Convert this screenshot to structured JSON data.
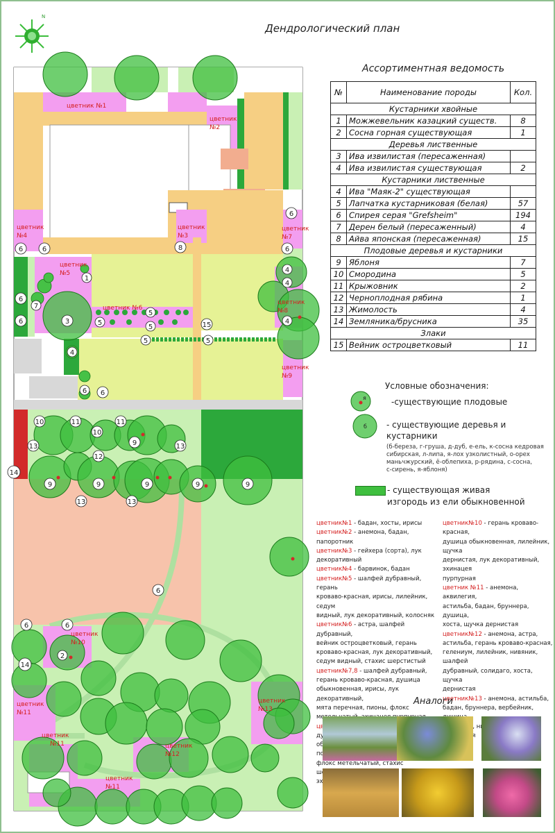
{
  "title": "Дендрологический план",
  "table": {
    "title": "Ассортиментная ведомость",
    "headers": [
      "№",
      "Наименование породы",
      "Кол."
    ],
    "rows": [
      {
        "group": "Кустарники хвойные"
      },
      {
        "n": "1",
        "name": "Можжевельник казацкий существ.",
        "qty": "8"
      },
      {
        "n": "2",
        "name": "Сосна горная существующая",
        "qty": "1"
      },
      {
        "group": "Деревья лиственные"
      },
      {
        "n": "3",
        "name": "Ива извилистая (пересаженная)",
        "qty": ""
      },
      {
        "n": "4",
        "name": "Ива извилистая существующая",
        "qty": "2"
      },
      {
        "group": "Кустарники лиственные"
      },
      {
        "n": "4",
        "name": "Ива \"Маяк-2\" существующая",
        "qty": ""
      },
      {
        "n": "5",
        "name": "Лапчатка кустарниковая (белая)",
        "qty": "57"
      },
      {
        "n": "6",
        "name": "Спирея серая \"Grefsheim\"",
        "qty": "194"
      },
      {
        "n": "7",
        "name": "Дерен белый (пересаженный)",
        "qty": "4"
      },
      {
        "n": "8",
        "name": "Айва японская (пересаженная)",
        "qty": "15"
      },
      {
        "group": "Плодовые деревья и кустарники"
      },
      {
        "n": "9",
        "name": "Яблоня",
        "qty": "7"
      },
      {
        "n": "10",
        "name": "Смородина",
        "qty": "5"
      },
      {
        "n": "11",
        "name": "Крыжовник",
        "qty": "2"
      },
      {
        "n": "12",
        "name": "Черноплодная рябина",
        "qty": "1"
      },
      {
        "n": "13",
        "name": "Жимолость",
        "qty": "4"
      },
      {
        "n": "14",
        "name": "Земляника/брусника",
        "qty": "35"
      },
      {
        "group": "Злаки"
      },
      {
        "n": "15",
        "name": "Вейник остроцветковый",
        "qty": "11"
      }
    ]
  },
  "legend": {
    "title": "Условные обозначения:",
    "fruit": "-существующие плодовые",
    "trees_1": "- существующие деревья и",
    "trees_2": "кустарники",
    "abbr": [
      "(б-береза, г-груша, д-дуб, е-ель, к-сосна кедровая",
      "сибирская, л-липа, я-лох узколистный, о-орех",
      "маньчжурский, ё-облепиха, р-рядина, с-сосна,",
      "с-сирень, я-яблоня)"
    ],
    "hedge_1": "- существующая живая",
    "hedge_2": "изгородь из ели обыкновенной",
    "fruit_marker": "я",
    "tree_marker": "б"
  },
  "notes_left": [
    {
      "key": "цветник№1",
      "text": " - бадан, хосты, ирисы"
    },
    {
      "key": "цветник№2",
      "text": " - анемона, бадан,"
    },
    {
      "key": "",
      "text": "папоротник"
    },
    {
      "key": "цветник№3",
      "text": " - гейхера (сорта), лук"
    },
    {
      "key": "",
      "text": "декоративный"
    },
    {
      "key": "цветник№4",
      "text": " - барвинок, бадан"
    },
    {
      "key": "цветник№5",
      "text": " - шалфей дубравный, герань"
    },
    {
      "key": "",
      "text": "кроваво-красная, ирисы, лилейник, седум"
    },
    {
      "key": "",
      "text": "видный, лук декоративный, колосняк"
    },
    {
      "key": "цветник№6",
      "text": " - астра, шалфей дубравный,"
    },
    {
      "key": "",
      "text": "вейник остроцветковый, герань"
    },
    {
      "key": "",
      "text": "кроваво-красная, лук декоративный,"
    },
    {
      "key": "",
      "text": "седум видный, стахис шерстистый"
    },
    {
      "key": "цветник№7,8",
      "text": " - шалфей дубравный,"
    },
    {
      "key": "",
      "text": "герань кроваво-красная, душица"
    },
    {
      "key": "",
      "text": "обыкновенная, ирисы, лук декоративный,"
    },
    {
      "key": "",
      "text": "мята перечная, пионы, флокс"
    },
    {
      "key": "",
      "text": "метельчатый, эхинацея пурпурная"
    },
    {
      "key": "цветник№9",
      "text": " - шалфей дубравный, душица"
    },
    {
      "key": "",
      "text": "обыкновенная, ирисы, лилейник, посконник,"
    },
    {
      "key": "",
      "text": "флокс метельчатый, стахис шерстистый,"
    },
    {
      "key": "",
      "text": "эхинацея пурпурная"
    }
  ],
  "notes_right": [
    {
      "key": "цветник№10",
      "text": " - герань кроваво-красная,"
    },
    {
      "key": "",
      "text": "душица обыкновенная, лилейник, щучка"
    },
    {
      "key": "",
      "text": "дернистая, лук декоративный, эхинацея"
    },
    {
      "key": "",
      "text": "пурпурная"
    },
    {
      "key": "цветник №11",
      "text": " - анемона, аквилегия,"
    },
    {
      "key": "",
      "text": "астильба, бадан, бруннера, душица,"
    },
    {
      "key": "",
      "text": "хоста, щучка дернистая"
    },
    {
      "key": "цветник№12",
      "text": " - анемона, астра,"
    },
    {
      "key": "",
      "text": "астильба, герань кроваво-красная,"
    },
    {
      "key": "",
      "text": "гелениум, лилейник, нивяник, шалфей"
    },
    {
      "key": "",
      "text": "дубравный, солидаго, хоста, щучка"
    },
    {
      "key": "",
      "text": "дернистая"
    },
    {
      "key": "цветник№13",
      "text": " - анемона, астильба,"
    },
    {
      "key": "",
      "text": "бадан, бруннера, вербейник, душица,"
    },
    {
      "key": "",
      "text": "лилейник, нивяник, щучка дернистая"
    }
  ],
  "analogs_title": "Аналоги",
  "plan_labels": {
    "bed1": "цветник №1",
    "bed2a": "цветник",
    "bed2b": "№2",
    "bed3a": "цветник",
    "bed3b": "№3",
    "bed4a": "цветник",
    "bed4b": "№4",
    "bed5a": "цветник",
    "bed5b": "№5",
    "bed6": "цветник №6",
    "bed7a": "цветник",
    "bed7b": "№7",
    "bed8a": "цветник",
    "bed8b": "№8",
    "bed9a": "цветник",
    "bed9b": "№9",
    "bed10a": "цветник",
    "bed10b": "№10",
    "bed11a": "цветник",
    "bed11b": "№11",
    "bed11c": "цветник",
    "bed11d": "№11",
    "bed11e": "цветник",
    "bed11f": "№11",
    "bed12a": "цветник",
    "bed12b": "№12",
    "bed13a": "цветник",
    "bed13b": "№13"
  },
  "colors": {
    "tree_fill": "#3fbf3f",
    "tree_stroke": "#1b7a1b",
    "lawn": "#e6f295",
    "lawn_light": "#c9f0b4",
    "bed": "#f39ef0",
    "path": "#f6cf83",
    "orchard": "#f7c3ab",
    "hedge": "#2ca83b",
    "paving": "#d8d8d8"
  }
}
